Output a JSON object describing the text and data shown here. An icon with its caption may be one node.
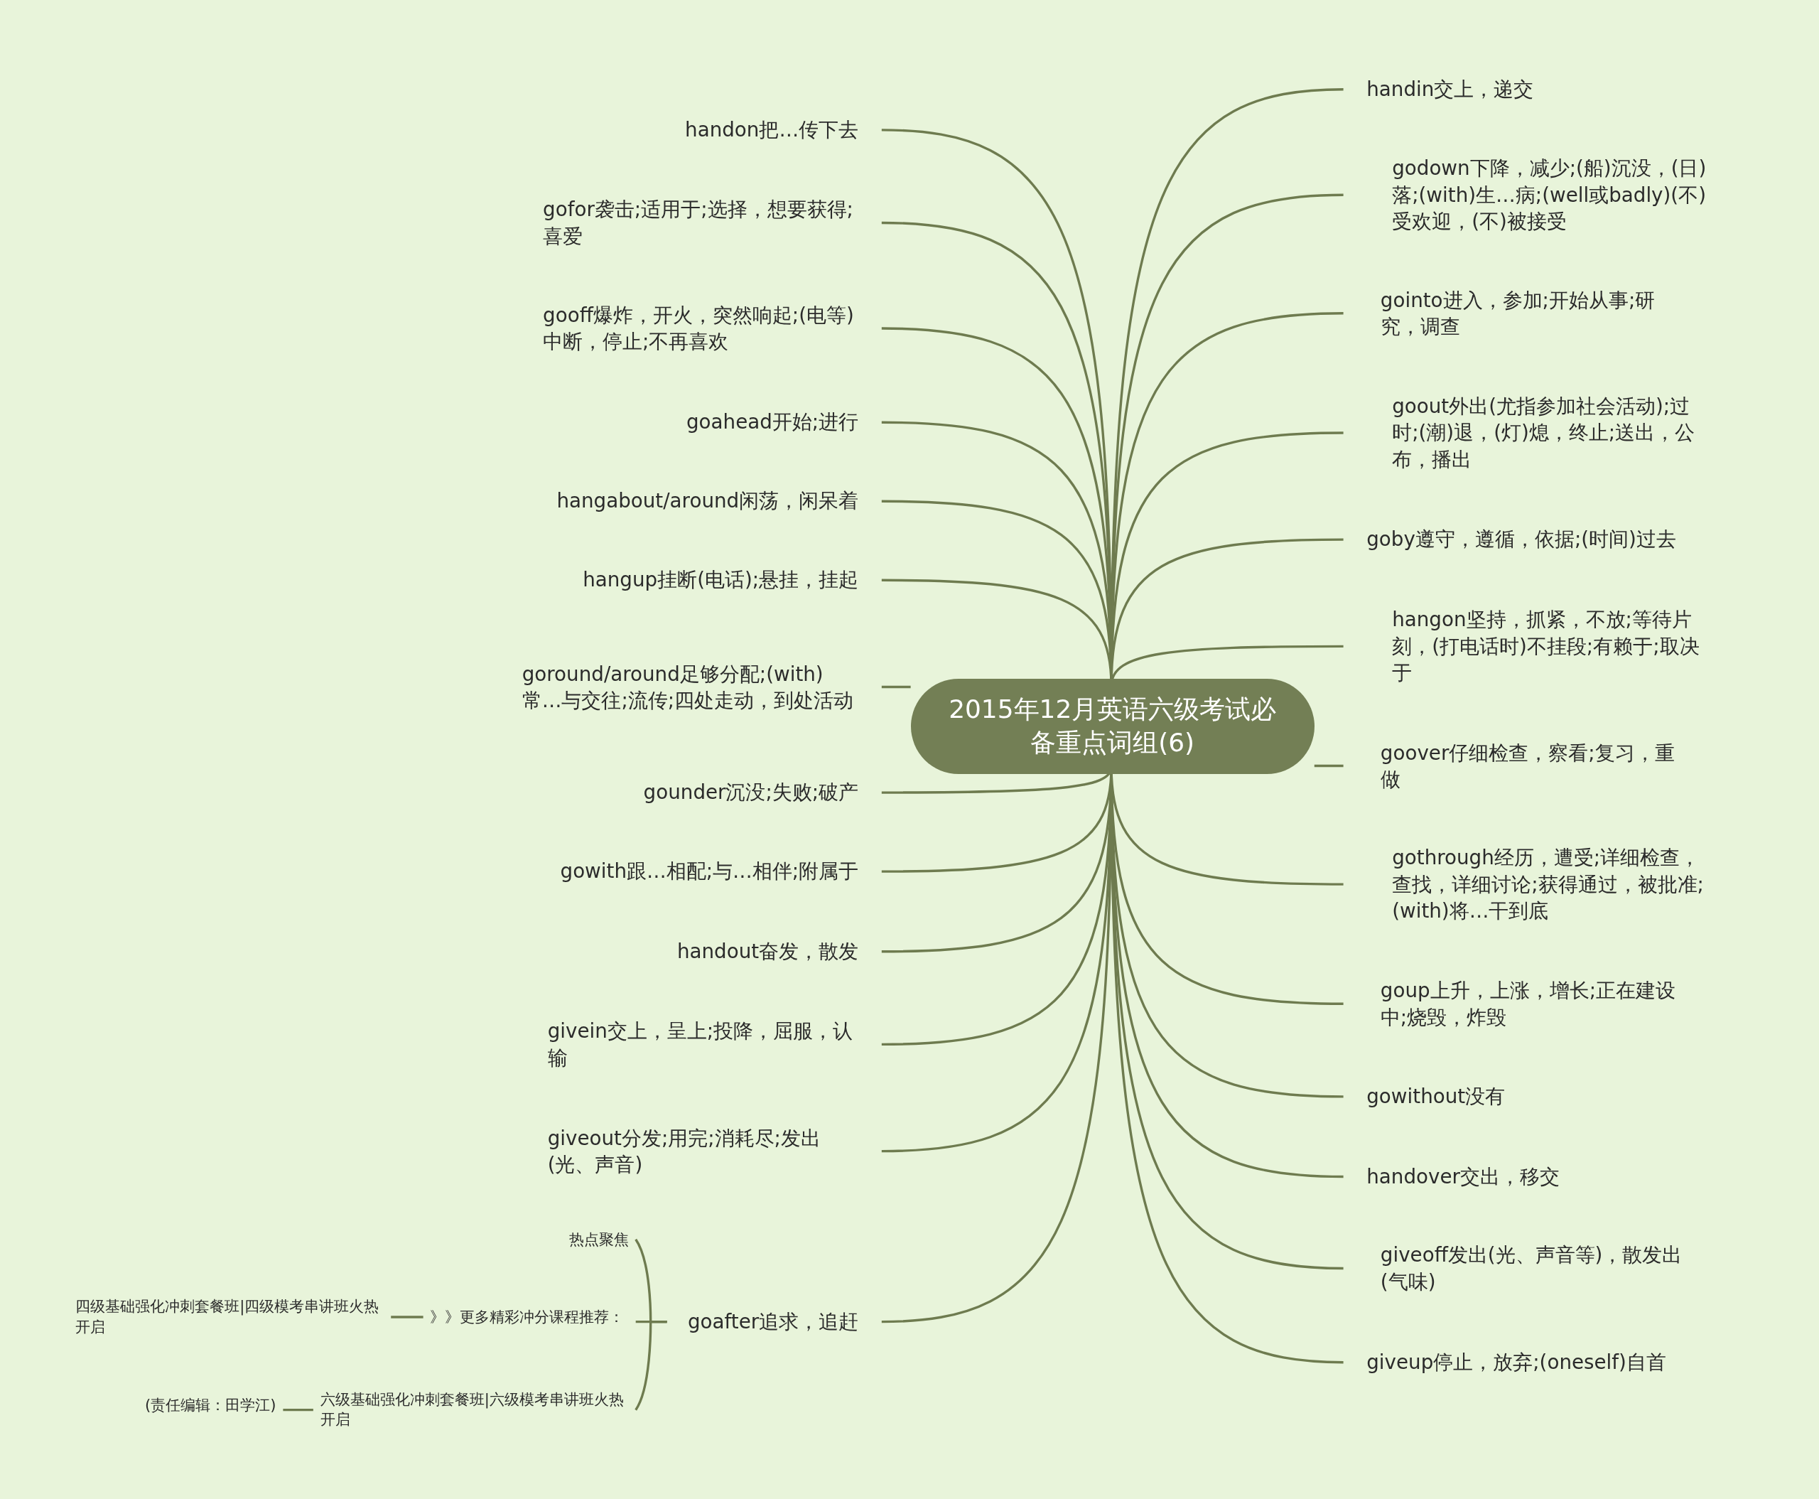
{
  "diagram": {
    "nodes": [
      {
        "text": [
          "2015年12月英语六级考试必备重点词组(6)"
        ]
      },
      {
        "text": [
          "handon把…传下去"
        ]
      },
      {
        "text": [
          "gofor袭击;适用于;选择，想要获得;喜爱"
        ]
      },
      {
        "text": [
          "gooff爆炸，开火，突然响起;(电等)中断，停止;不再喜欢"
        ]
      },
      {
        "text": [
          "goahead开始;进行"
        ]
      },
      {
        "text": [
          "hangabout/around闲荡，闲呆着"
        ]
      },
      {
        "text": [
          "hangup挂断(电话);悬挂，挂起"
        ]
      },
      {
        "text": [
          "goround/around足够分配;(with)常…与交往;流传;四处走动，到处活动"
        ]
      },
      {
        "text": [
          "gounder沉没;失败;破产"
        ]
      },
      {
        "text": [
          "gowith跟…相配;与…相伴;附属于"
        ]
      },
      {
        "text": [
          "handout奋发，散发"
        ]
      },
      {
        "text": [
          "givein交上，呈上;投降，屈服，认输"
        ]
      },
      {
        "text": [
          "giveout分发;用完;消耗尽;发出(光、声音)"
        ]
      },
      {
        "text": [
          "goafter追求，追赶"
        ]
      },
      {
        "text": [
          "热点聚焦"
        ]
      },
      {
        "text": [
          "》》更多精彩冲分课程推荐："
        ]
      },
      {
        "text": [
          "六级基础强化冲刺套餐班|六级模考串讲班火热开启"
        ]
      },
      {
        "text": [
          "四级基础强化冲刺套餐班|四级模考串讲班火热开启"
        ]
      },
      {
        "text": [
          "(责任编辑：田学江)"
        ]
      },
      {
        "text": [
          "handin交上，递交"
        ]
      },
      {
        "text": [
          "godown下降，减少;(船)沉没，(日)落;(with)生…病;(well或badly)(不)受欢迎，(不)被接受"
        ]
      },
      {
        "text": [
          "gointo进入，参加;开始从事;研究，调查"
        ]
      },
      {
        "text": [
          "goout外出(尤指参加社会活动);过时;(潮)退，(灯)熄，终止;送出，公布，播出"
        ]
      },
      {
        "text": [
          "goby遵守，遵循，依据;(时间)过去"
        ]
      },
      {
        "text": [
          "hangon坚持，抓紧，不放;等待片刻，(打电话时)不挂段;有赖于;取决于"
        ]
      },
      {
        "text": [
          "goover仔细检查，察看;复习，重做"
        ]
      },
      {
        "text": [
          "gothrough经历，遭受;详细检查，查找，详细讨论;获得通过，被批准;(with)将…干到底"
        ]
      },
      {
        "text": [
          "goup上升，上涨，增长;正在建设中;烧毁，炸毁"
        ]
      },
      {
        "text": [
          "gowithout没有"
        ]
      },
      {
        "text": [
          "handover交出，移交"
        ]
      },
      {
        "text": [
          "giveoff发出(光、声音等)，散发出(气味)"
        ]
      },
      {
        "text": [
          "giveup停止，放弃;(oneself)自首"
        ]
      }
    ],
    "edges": [
      {
        "from": 0,
        "to": 1,
        "arrow": "none"
      },
      {
        "from": 0,
        "to": 2,
        "arrow": "none"
      },
      {
        "from": 0,
        "to": 3,
        "arrow": "none"
      },
      {
        "from": 0,
        "to": 4,
        "arrow": "none"
      },
      {
        "from": 0,
        "to": 5,
        "arrow": "none"
      },
      {
        "from": 0,
        "to": 6,
        "arrow": "none"
      },
      {
        "from": 0,
        "to": 7,
        "arrow": "none"
      },
      {
        "from": 0,
        "to": 8,
        "arrow": "none"
      },
      {
        "from": 0,
        "to": 9,
        "arrow": "none"
      },
      {
        "from": 0,
        "to": 10,
        "arrow": "none"
      },
      {
        "from": 0,
        "to": 11,
        "arrow": "none"
      },
      {
        "from": 0,
        "to": 12,
        "arrow": "none"
      },
      {
        "from": 0,
        "to": 13,
        "arrow": "none"
      },
      {
        "from": 13,
        "to": 14,
        "arrow": "none"
      },
      {
        "from": 13,
        "to": 15,
        "arrow": "none"
      },
      {
        "from": 13,
        "to": 16,
        "arrow": "none"
      },
      {
        "from": 15,
        "to": 17,
        "arrow": "none"
      },
      {
        "from": 16,
        "to": 18,
        "arrow": "none"
      },
      {
        "from": 0,
        "to": 19,
        "arrow": "none"
      },
      {
        "from": 0,
        "to": 20,
        "arrow": "none"
      },
      {
        "from": 0,
        "to": 21,
        "arrow": "none"
      },
      {
        "from": 0,
        "to": 22,
        "arrow": "none"
      },
      {
        "from": 0,
        "to": 23,
        "arrow": "none"
      },
      {
        "from": 0,
        "to": 24,
        "arrow": "none"
      },
      {
        "from": 0,
        "to": 25,
        "arrow": "none"
      },
      {
        "from": 0,
        "to": 26,
        "arrow": "none"
      },
      {
        "from": 0,
        "to": 27,
        "arrow": "none"
      },
      {
        "from": 0,
        "to": 28,
        "arrow": "none"
      },
      {
        "from": 0,
        "to": 29,
        "arrow": "none"
      },
      {
        "from": 0,
        "to": 30,
        "arrow": "none"
      },
      {
        "from": 0,
        "to": 31,
        "arrow": "none"
      }
    ]
  }
}
